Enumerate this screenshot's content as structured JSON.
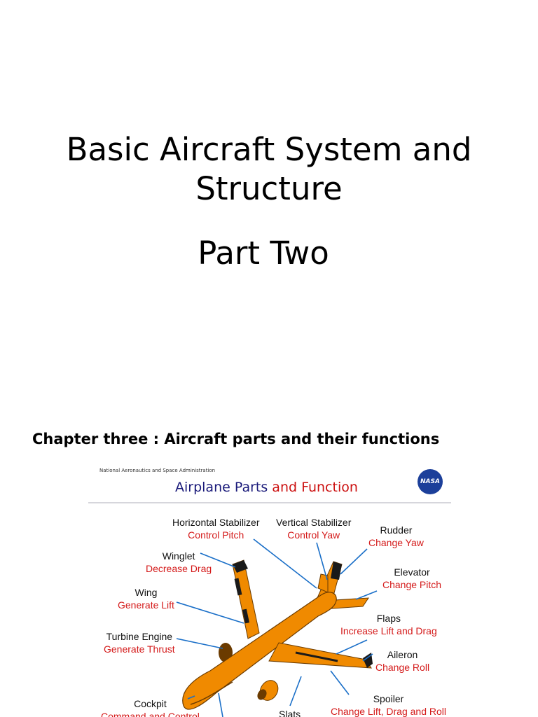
{
  "slide": {
    "title_line1": "Basic Aircraft System and",
    "title_line2": "Structure",
    "subtitle": "Part Two",
    "chapter": "Chapter three : Aircraft parts and their functions"
  },
  "figure": {
    "agency": "National Aeronautics and Space Administration",
    "title_main": "Airplane Parts ",
    "title_accent": "and Function",
    "logo_text": "NASA",
    "colors": {
      "fuselage": "#f08a00",
      "trim": "#1a1a1a",
      "part_name": "#111111",
      "part_function": "#d41a1a",
      "pointer": "#1a6fc8",
      "title": "#1a1a7a"
    },
    "parts": [
      {
        "name": "Horizontal Stabilizer",
        "function": "Control   Pitch"
      },
      {
        "name": "Vertical Stabilizer",
        "function": "Control   Yaw"
      },
      {
        "name": "Rudder",
        "function": "Change Yaw"
      },
      {
        "name": "Winglet",
        "function": "Decrease Drag"
      },
      {
        "name": "Elevator",
        "function": "Change   Pitch"
      },
      {
        "name": "Wing",
        "function": "Generate Lift"
      },
      {
        "name": "Flaps",
        "function": "Increase Lift  and Drag"
      },
      {
        "name": "Turbine  Engine",
        "function": "Generate  Thrust"
      },
      {
        "name": "Aileron",
        "function": "Change Roll"
      },
      {
        "name": "Cockpit",
        "function": "Command and Control"
      },
      {
        "name": "Spoiler",
        "function": "Change Lift, Drag and Roll"
      },
      {
        "name": "Slats",
        "function": ""
      }
    ]
  }
}
